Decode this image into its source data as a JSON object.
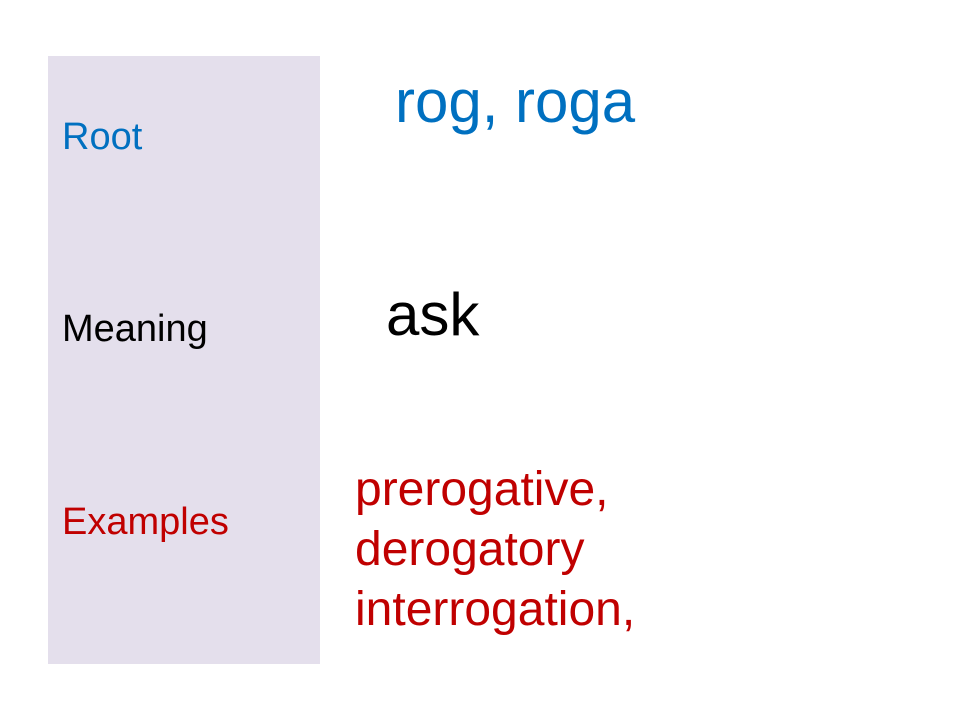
{
  "labels": {
    "root": "Root",
    "meaning": "Meaning",
    "examples": "Examples"
  },
  "root_value": "rog, roga",
  "meaning_value": "ask",
  "examples": [
    "prerogative,",
    "derogatory",
    "interrogation,"
  ],
  "colors": {
    "panel_background": "#e4dfec",
    "root": "#0070c0",
    "meaning": "#000000",
    "examples": "#c00000"
  }
}
